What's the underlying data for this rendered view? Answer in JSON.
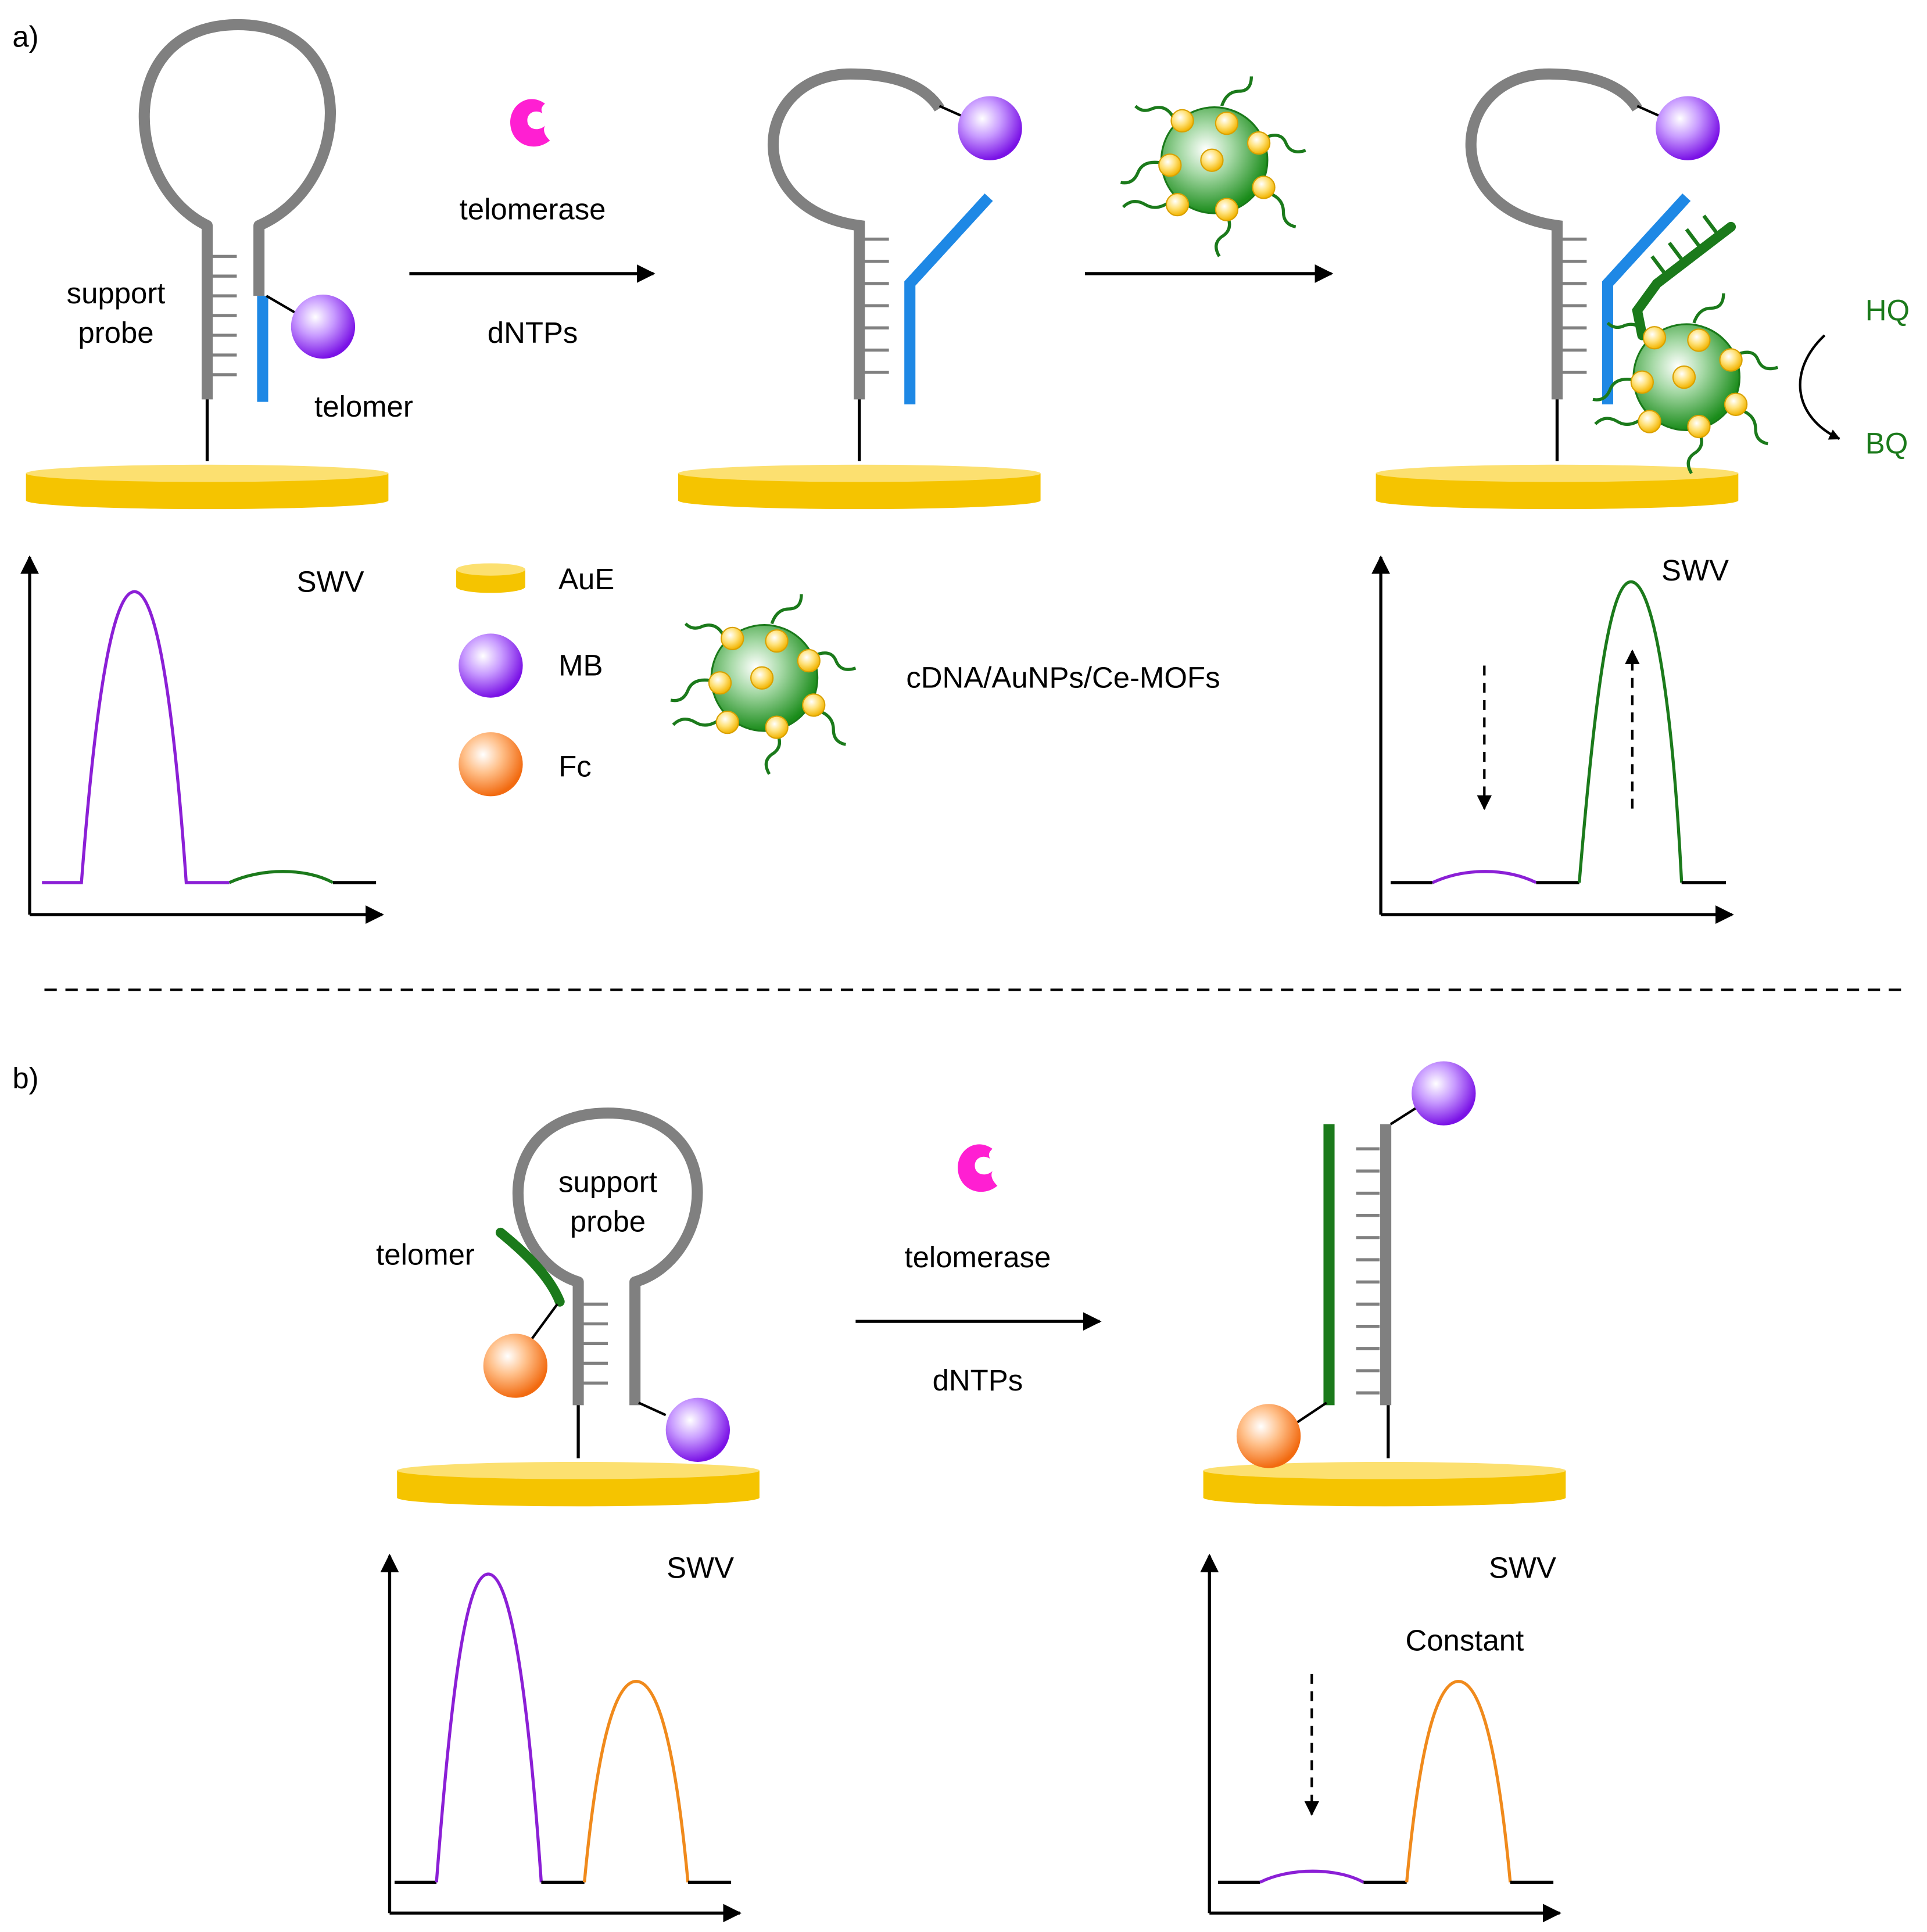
{
  "panel_a": {
    "label": "a)",
    "support_probe_l1": "support",
    "support_probe_l2": "probe",
    "telomer": "telomer",
    "reaction1_top": "telomerase",
    "reaction1_bottom": "dNTPs",
    "hq": "HQ",
    "bq": "BQ",
    "swv_left": "SWV",
    "swv_right": "SWV",
    "legend": {
      "aue": "AuE",
      "mb": "MB",
      "fc": "Fc",
      "composite": "cDNA/AuNPs/Ce-MOFs"
    }
  },
  "panel_b": {
    "label": "b)",
    "support_probe_l1": "support",
    "support_probe_l2": "probe",
    "telomer": "telomer",
    "reaction_top": "telomerase",
    "reaction_bottom": "dNTPs",
    "swv_left": "SWV",
    "swv_right": "SWV",
    "constant": "Constant"
  },
  "colors": {
    "gold": "#f5c400",
    "gold_light": "#fce070",
    "strand_gray": "#808080",
    "telomer_blue": "#1e88e5",
    "cdna_green": "#1b7a1b",
    "mb_purple": "#8a2be2",
    "fc_orange": "#f47b20",
    "enzyme_magenta": "#ff1fd2",
    "peak_purple": "#8b1fd6",
    "peak_green": "#1b7a1b",
    "peak_orange": "#f08a1c"
  },
  "icons": [
    "gold-electrode-icon",
    "methylene-blue-sphere-icon",
    "ferrocene-sphere-icon",
    "telomerase-enzyme-icon",
    "mof-nanoparticle-icon"
  ]
}
